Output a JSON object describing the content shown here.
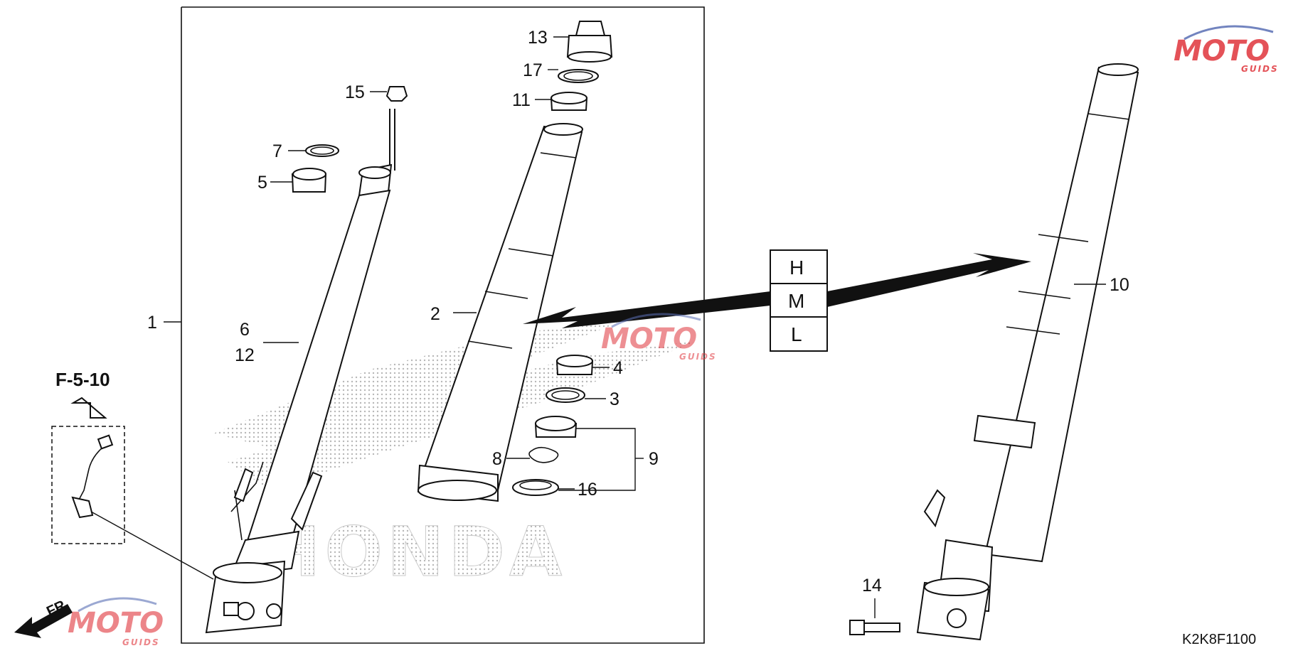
{
  "diagram": {
    "callouts": {
      "p1": "1",
      "p2": "2",
      "p3": "3",
      "p4": "4",
      "p5": "5",
      "p6": "6",
      "p7": "7",
      "p8": "8",
      "p9": "9",
      "p10": "10",
      "p11": "11",
      "p12": "12",
      "p13": "13",
      "p14": "14",
      "p15": "15",
      "p16": "16",
      "p17": "17"
    },
    "reference": "F-5-10",
    "front_marker": "FR.",
    "drawing_code": "K2K8F1100",
    "selector": [
      "H",
      "M",
      "L"
    ],
    "watermark": {
      "main": "MOTO",
      "sub": "GUIDS"
    },
    "background_logo": "HONDA",
    "colors": {
      "ink": "#111111",
      "watermark_red": "#e0353b",
      "watermark_blue": "#5a6fb5",
      "stipple": "#9a9a9a"
    }
  }
}
